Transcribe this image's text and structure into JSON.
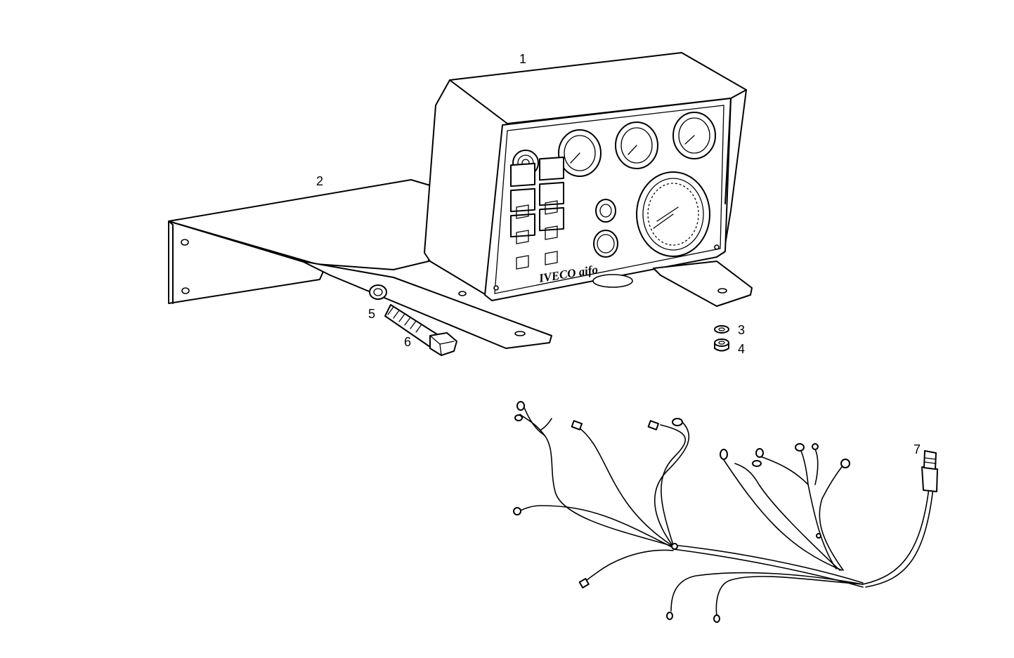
{
  "callouts": {
    "instrument_panel": "1",
    "mounting_bracket": "2",
    "washer": "3",
    "nut": "4",
    "spacer": "5",
    "bolt": "6",
    "wiring_harness": "7"
  },
  "panel_brand": "IVECO aifo"
}
